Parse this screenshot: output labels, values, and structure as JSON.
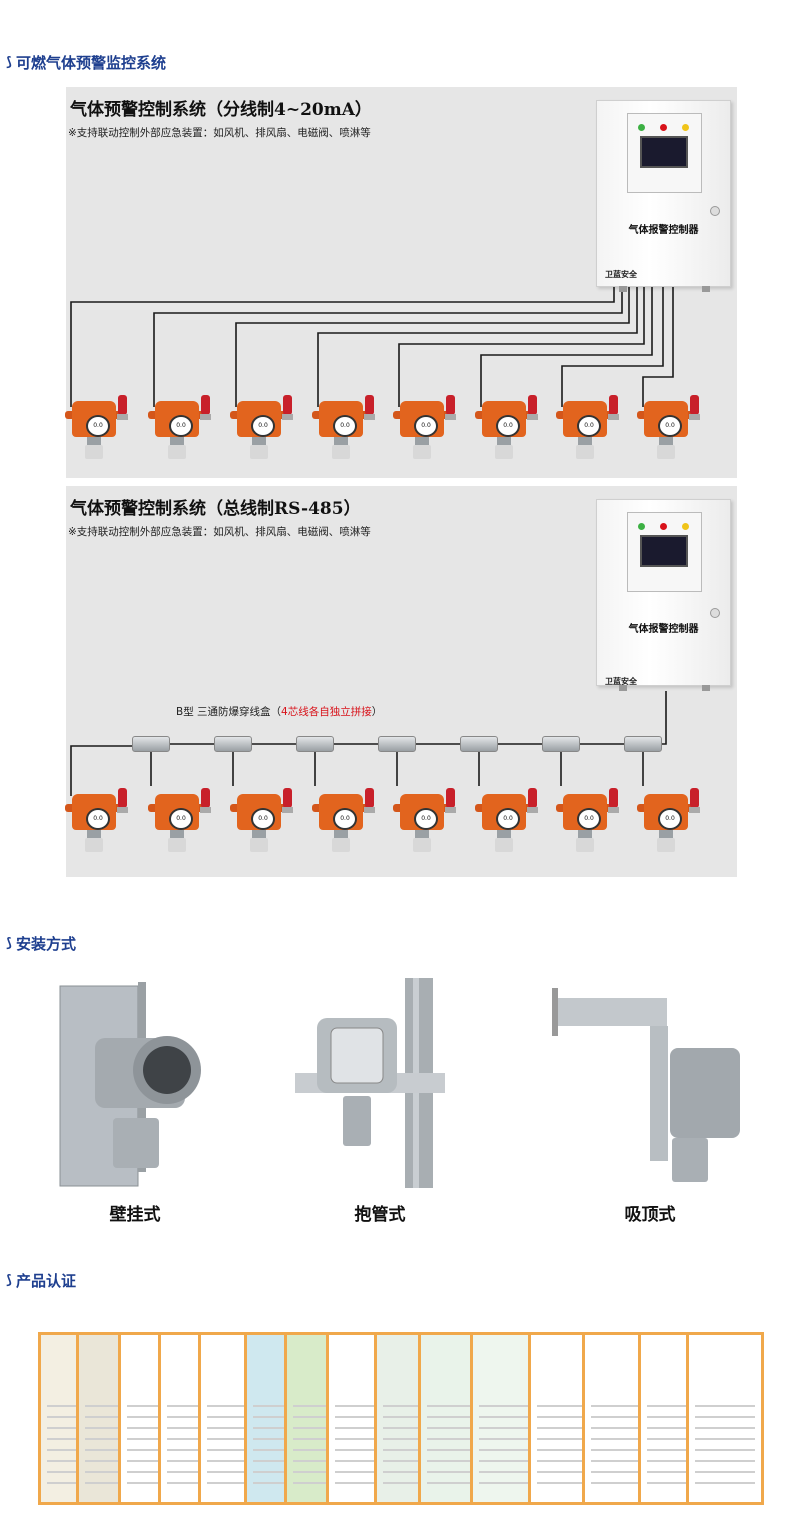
{
  "sections": {
    "system": {
      "title": "可燃气体预警监控系统"
    },
    "install": {
      "title": "安装方式"
    },
    "cert": {
      "title": "产品认证"
    }
  },
  "panel_420": {
    "title": "气体预警控制系统（分线制4~20mA）",
    "subtitle": "※支持联动控制外部应急装置：如风机、排风扇、电磁阀、喷淋等",
    "controller_label": "气体报警控制器",
    "brand": "卫蓝安全",
    "detector_count": 8
  },
  "panel_485": {
    "title": "气体预警控制系统（总线制RS-485）",
    "subtitle": "※支持联动控制外部应急装置：如风机、排风扇、电磁阀、喷淋等",
    "controller_label": "气体报警控制器",
    "brand": "卫蓝安全",
    "junction_label": "B型 三通防爆穿线盒（",
    "junction_note": "4芯线各自独立拼接",
    "junction_close": "）",
    "detector_count": 8
  },
  "install_methods": [
    {
      "label": "壁挂式"
    },
    {
      "label": "抱管式"
    },
    {
      "label": "吸顶式"
    }
  ],
  "detector_reading": "0.0",
  "colors": {
    "section_title": "#1e3f8f",
    "panel_bg": "#e6e6e6",
    "detector_orange": "#e2641e",
    "highlight_red": "#d8121a",
    "cert_border": "#f0a84b"
  }
}
